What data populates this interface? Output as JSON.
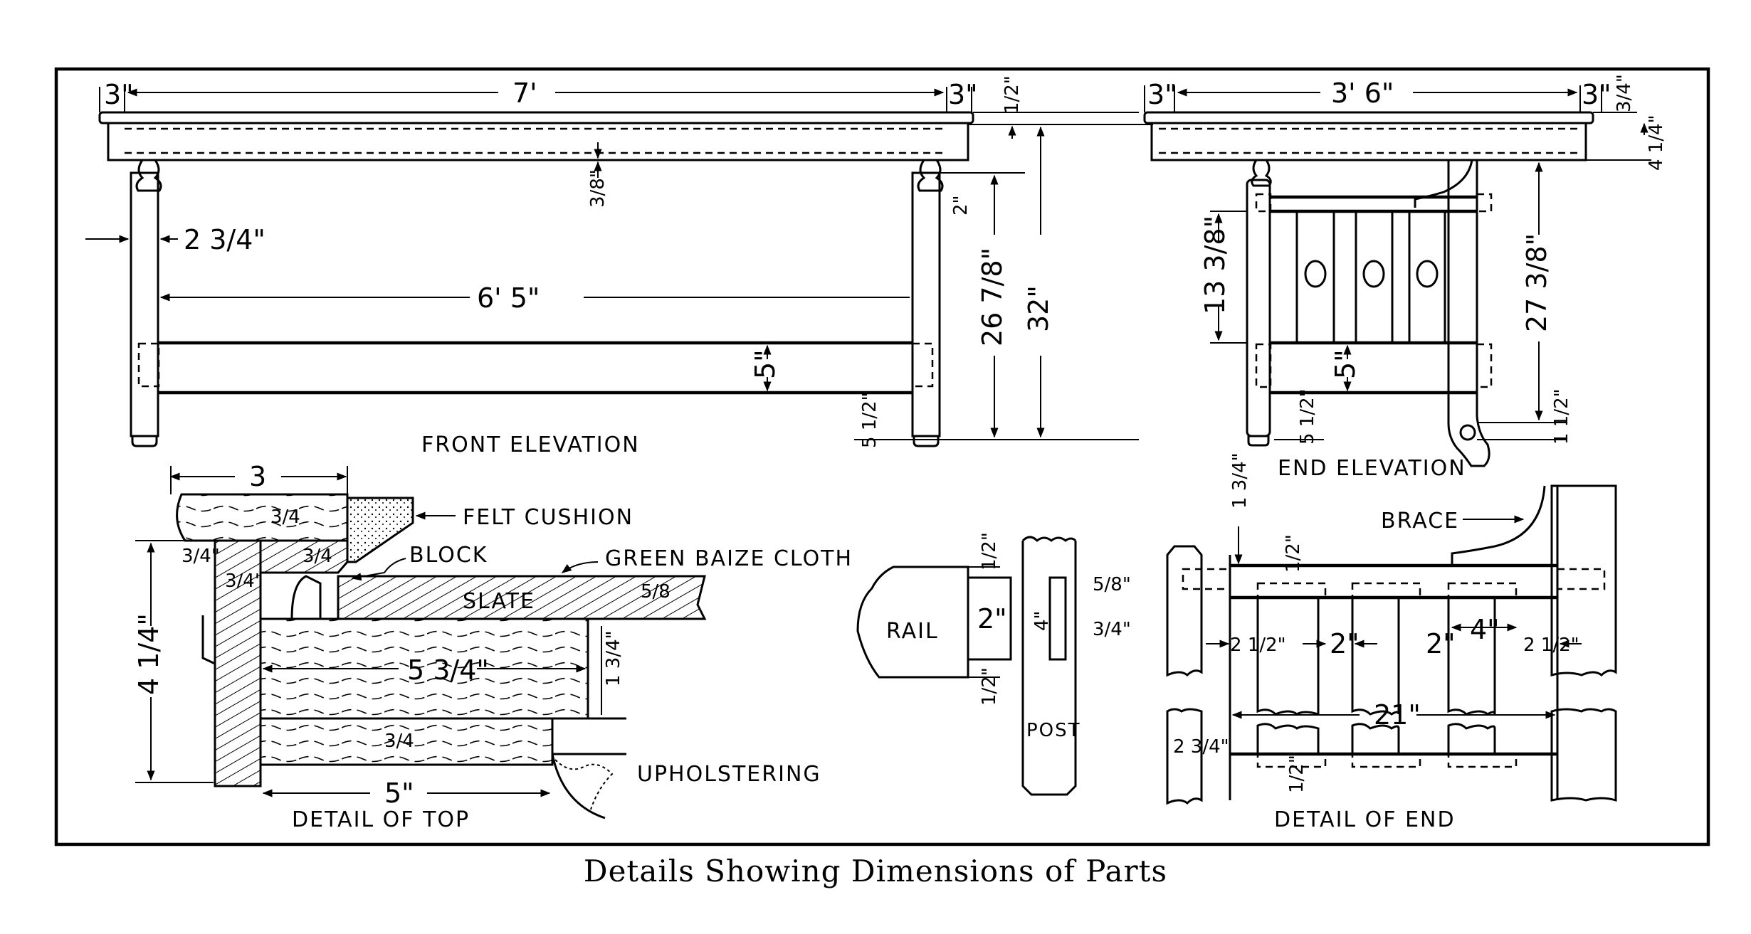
{
  "caption": "Details Showing Dimensions of Parts",
  "views": {
    "front_elevation": {
      "title": "Front elevation",
      "dims": {
        "overhang_left": "3\"",
        "length": "7'",
        "overhang_right": "3\"",
        "top_thickness": "1/2\"",
        "rail_offset": "3/8\"",
        "leg_width": "2 3/4\"",
        "rail_length": "6' 5\"",
        "stretcher_width": "5\"",
        "stretcher_height": "5 1/2\"",
        "leg_top_gap": "2\"",
        "leg_height": "26 7/8\"",
        "total_height": "32\""
      }
    },
    "end_elevation": {
      "title": "End elevation",
      "dims": {
        "overhang_left": "3\"",
        "width": "3' 6\"",
        "overhang_right": "3\"",
        "top_thickness": "3/4\"",
        "apron_depth": "4 1/4\"",
        "panel_height": "13 3/8\"",
        "stretcher_width": "5\"",
        "stretcher_height": "5 1/2\"",
        "post_height": "27 3/8\"",
        "caster_gap": "1 1/2\""
      }
    },
    "detail_of_top": {
      "title": "Detail of top",
      "labels": {
        "felt_cushion": "Felt cushion",
        "block": "Block",
        "green_baize_cloth": "Green baize cloth",
        "slate": "Slate",
        "upholstering": "Upholstering"
      },
      "dims": {
        "rail_width": "3",
        "rail_thickness": "3/4",
        "block_thickness": "3/4",
        "outer_offset": "3/4\"",
        "side_thickness": "3/4\"",
        "slate_thickness": "5/8",
        "total_depth": "4 1/4\"",
        "frame_width": "5 3/4\"",
        "frame_depth": "1 3/4\"",
        "lower_thickness": "3/4",
        "lower_width": "5\""
      }
    },
    "rail_post": {
      "rail_label": "Rail",
      "post_label": "Post",
      "dims": {
        "top_shoulder": "1/2\"",
        "tenon_width": "2\"",
        "bottom_shoulder": "1/2\"",
        "mortise_length": "4\"",
        "mortise_offset": "5/8\"",
        "mortise_width": "3/4\""
      }
    },
    "detail_of_end": {
      "title": "Detail of end",
      "labels": {
        "brace": "Brace"
      },
      "dims": {
        "top_rail_drop": "1 3/4\"",
        "slat_inset_top": "1/2\"",
        "margin_left": "2 1/2\"",
        "gap_1": "2\"",
        "gap_2": "2\"",
        "slat_width": "4\"",
        "margin_right": "2 1/2\"",
        "inner_width": "21\"",
        "post_width": "2 3/4\"",
        "slat_inset_bottom": "1/2\""
      }
    }
  }
}
